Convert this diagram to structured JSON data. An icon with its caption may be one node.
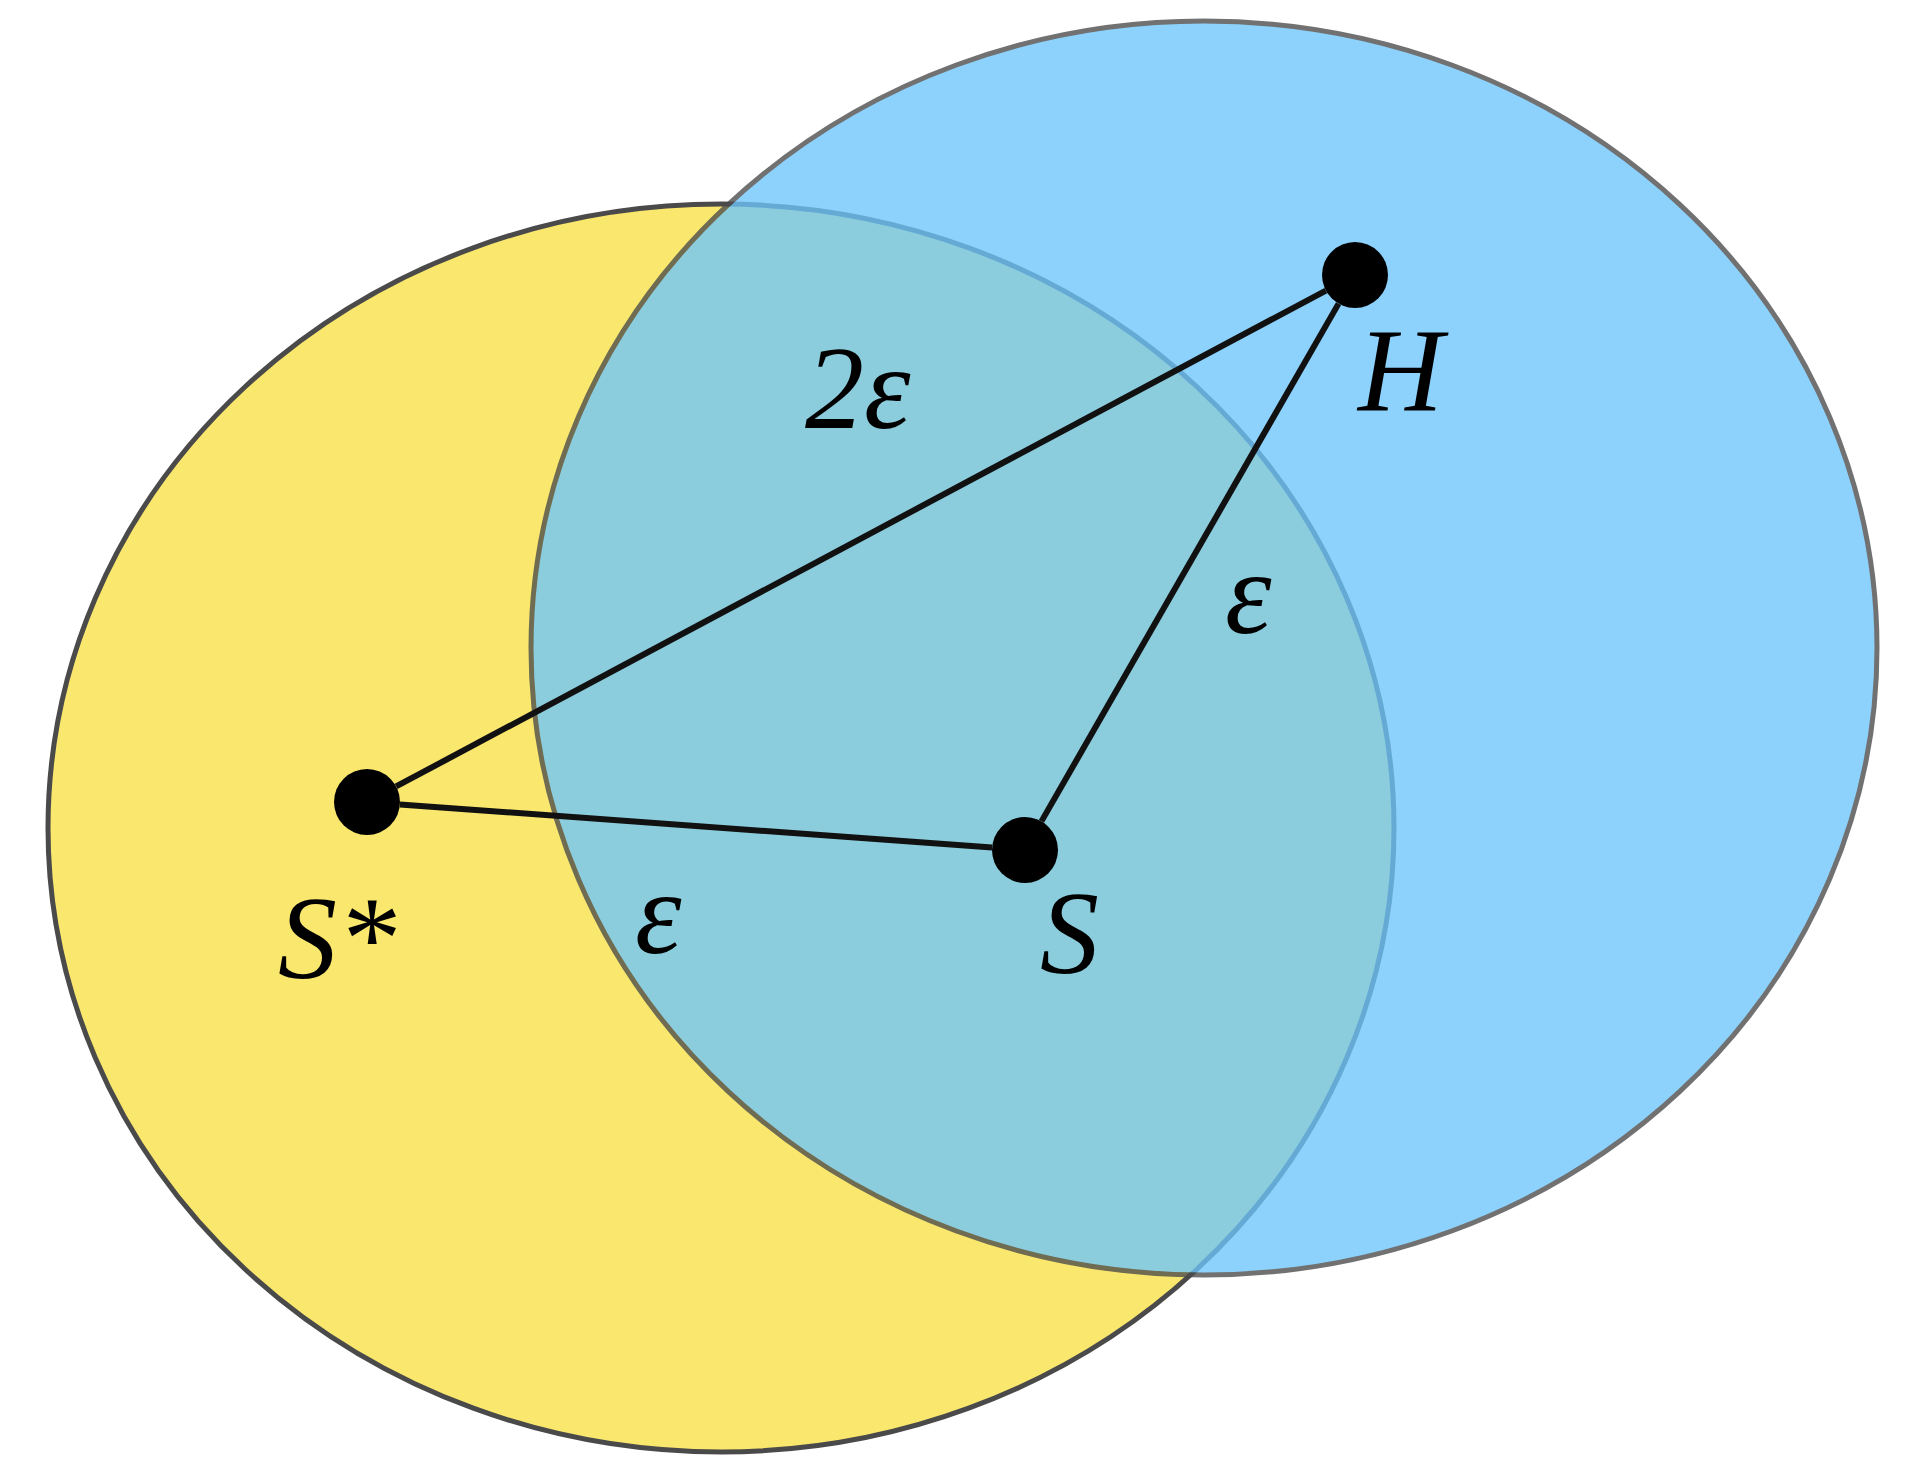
{
  "diagram": {
    "nodes": [
      {
        "text": [],
        "shape": "circle",
        "beside": [
          "H"
        ]
      },
      {
        "text": [],
        "shape": "circle",
        "beside": [
          "S*"
        ]
      },
      {
        "text": [],
        "shape": "circle",
        "beside": [
          "S"
        ]
      }
    ],
    "edges": [
      {
        "from": 1,
        "to": 0,
        "arrow": "none",
        "label": "2ε"
      },
      {
        "from": 0,
        "to": 2,
        "arrow": "none",
        "label": "ε"
      },
      {
        "from": 1,
        "to": 2,
        "arrow": "none",
        "label": "ε"
      }
    ]
  }
}
